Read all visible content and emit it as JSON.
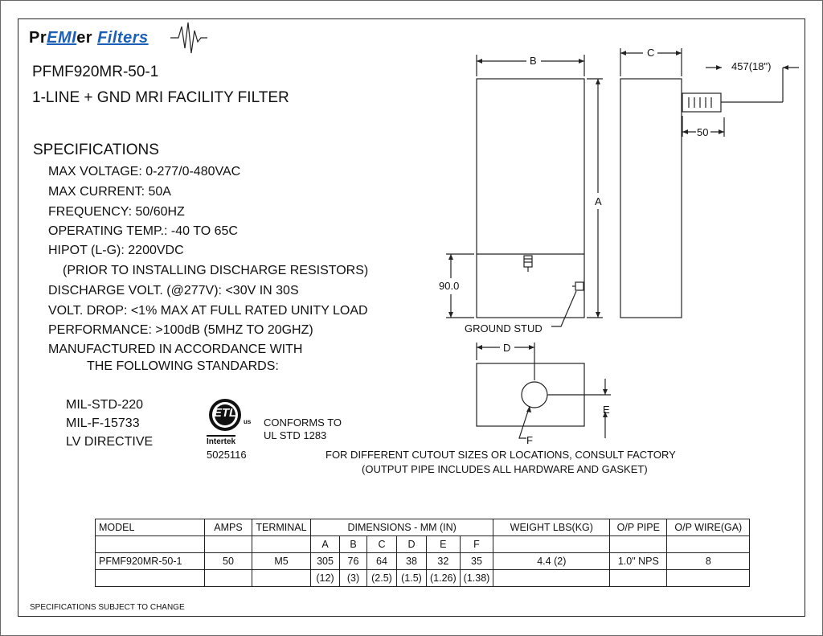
{
  "logo": {
    "pr": "Pr",
    "emi": "EMI",
    "er": "er",
    "filters": "Filters"
  },
  "title": {
    "part_number": "PFMF920MR-50-1",
    "description": "1-LINE + GND MRI FACILITY FILTER"
  },
  "specs": {
    "heading": "SPECIFICATIONS",
    "lines": [
      "MAX VOLTAGE: 0-277/0-480VAC",
      "MAX CURRENT: 50A",
      "FREQUENCY: 50/60HZ",
      "OPERATING TEMP.: -40 TO 65C",
      "HIPOT (L-G): 2200VDC",
      "(PRIOR TO INSTALLING DISCHARGE RESISTORS)",
      "DISCHARGE VOLT. (@277V): <30V IN 30S",
      "VOLT. DROP: <1% MAX AT FULL RATED UNITY LOAD",
      "PERFORMANCE: >100dB (5MHZ TO 20GHZ)",
      "MANUFACTURED IN ACCORDANCE WITH",
      "THE FOLLOWING STANDARDS:"
    ]
  },
  "standards": [
    "MIL-STD-220",
    "MIL-F-15733",
    "LV DIRECTIVE"
  ],
  "certification": {
    "logo_text": "ETL",
    "mark_text": "us",
    "brand": "Intertek",
    "number": "5025116",
    "conforms_line1": "CONFORMS TO",
    "conforms_line2": "UL STD 1283"
  },
  "drawing_labels": {
    "b": "B",
    "c": "C",
    "a": "A",
    "d": "D",
    "e": "E",
    "f": "F",
    "wire_length": "457(18\")",
    "pipe_offset": "50",
    "stud_height": "90.0",
    "ground_stud": "GROUND STUD"
  },
  "notes": {
    "line1": "FOR DIFFERENT CUTOUT SIZES OR LOCATIONS, CONSULT FACTORY",
    "line2": "(OUTPUT PIPE INCLUDES ALL HARDWARE AND GASKET)"
  },
  "table": {
    "headers": {
      "model": "MODEL",
      "amps": "AMPS",
      "terminal": "TERMINAL",
      "dimensions": "DIMENSIONS - MM (IN)",
      "weight": "WEIGHT LBS(KG)",
      "op_pipe": "O/P PIPE",
      "op_wire": "O/P WIRE(GA)"
    },
    "dim_letters": [
      "A",
      "B",
      "C",
      "D",
      "E",
      "F"
    ],
    "row": {
      "model": "PFMF920MR-50-1",
      "amps": "50",
      "terminal": "M5",
      "dims_mm": [
        "305",
        "76",
        "64",
        "38",
        "32",
        "35"
      ],
      "dims_in": [
        "(12)",
        "(3)",
        "(2.5)",
        "(1.5)",
        "(1.26)",
        "(1.38)"
      ],
      "weight": "4.4 (2)",
      "op_pipe": "1.0\" NPS",
      "op_wire": "8"
    }
  },
  "footer": "SPECIFICATIONS SUBJECT TO CHANGE"
}
